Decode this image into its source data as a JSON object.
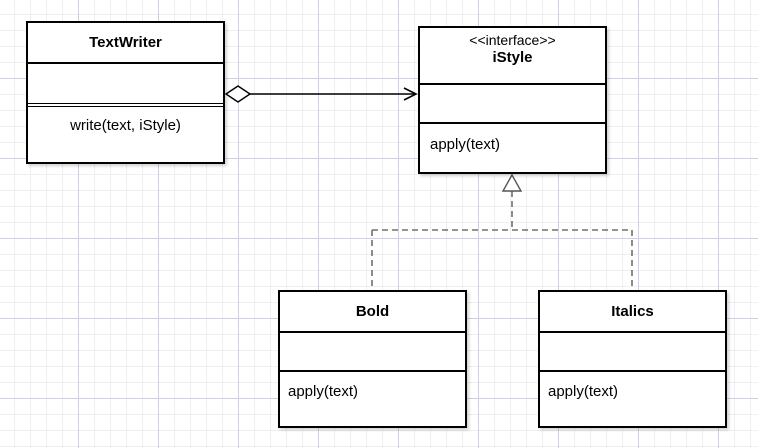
{
  "diagram": {
    "classes": {
      "textwriter": {
        "name": "TextWriter",
        "method": "write(text, iStyle)"
      },
      "istyle": {
        "stereotype": "<<interface>>",
        "name": "iStyle",
        "method": "apply(text)"
      },
      "bold": {
        "name": "Bold",
        "method": "apply(text)"
      },
      "italics": {
        "name": "Italics",
        "method": "apply(text)"
      }
    },
    "relationships": [
      {
        "type": "aggregation",
        "from": "TextWriter",
        "to": "iStyle"
      },
      {
        "type": "realization",
        "from": "Bold",
        "to": "iStyle"
      },
      {
        "type": "realization",
        "from": "Italics",
        "to": "iStyle"
      }
    ],
    "colors": {
      "grid_major": "#cfd0e6",
      "grid_minor": "#eeeef7",
      "line": "#000000",
      "dashed_line": "#707070"
    }
  }
}
